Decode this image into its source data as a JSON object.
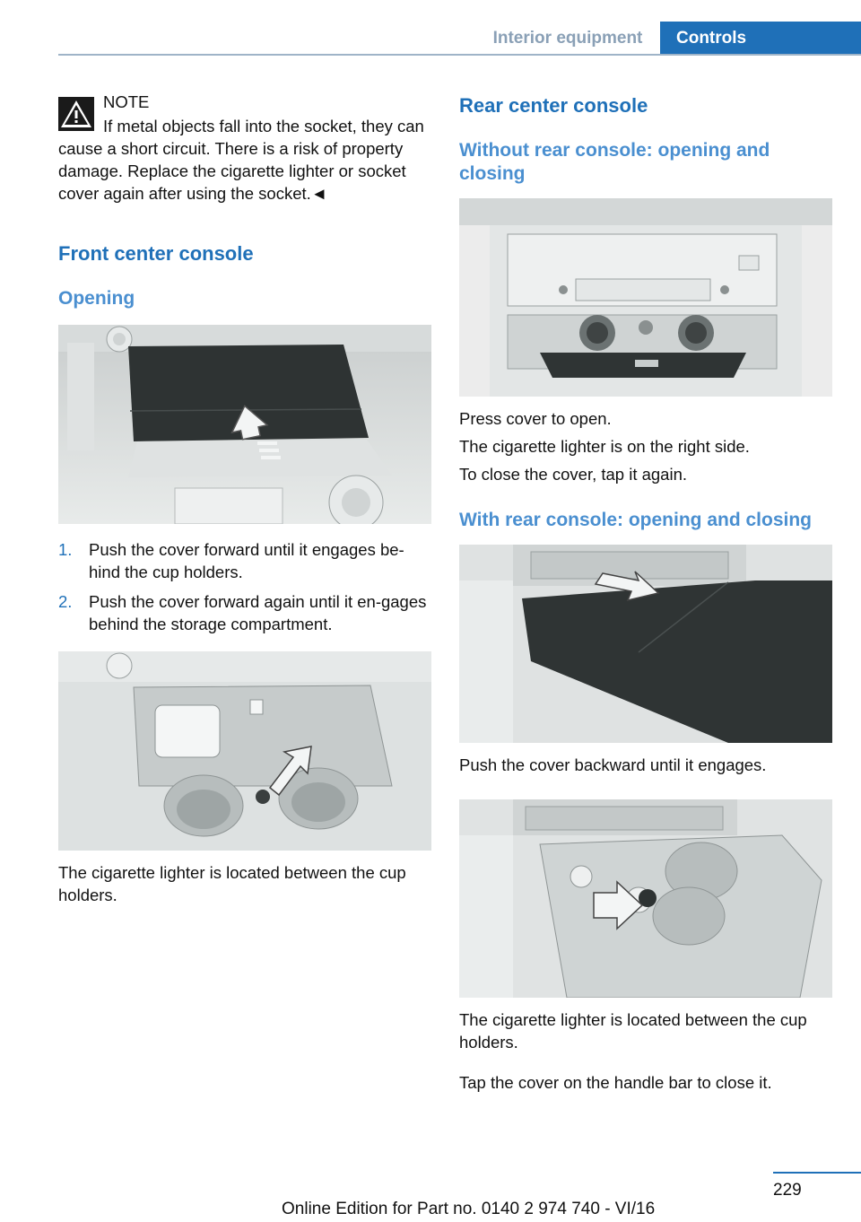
{
  "header": {
    "section": "Interior equipment",
    "chapter": "Controls"
  },
  "left": {
    "note_title": "NOTE",
    "note_body": "If metal objects fall into the socket, they can cause a short circuit. There is a risk of property damage. Replace the cigarette lighter or socket cover again after using the socket.◄",
    "heading_front": "Front center console",
    "heading_opening": "Opening",
    "steps": [
      {
        "num": "1.",
        "text": "Push the cover forward until it engages be‐hind the cup holders."
      },
      {
        "num": "2.",
        "text": "Push the cover forward again until it en‐gages behind the storage compartment."
      }
    ],
    "caption_lighter": "The cigarette lighter is located between the cup holders."
  },
  "right": {
    "heading_rear": "Rear center console",
    "heading_without": "Without rear console: opening and closing",
    "para_press": "Press cover to open.",
    "para_right_side": "The cigarette lighter is on the right side.",
    "para_close": "To close the cover, tap it again.",
    "heading_with": "With rear console: opening and closing",
    "para_push_backward": "Push the cover backward until it engages.",
    "para_lighter_between": "The cigarette lighter is located between the cup holders.",
    "para_tap_handle": "Tap the cover on the handle bar to close it."
  },
  "footer": {
    "page_number": "229",
    "edition": "Online Edition for Part no. 0140 2 974 740 - VI/16"
  },
  "colors": {
    "accent": "#1f70b8",
    "subheading": "#4a8fd0"
  },
  "icons": [
    "warning-triangle-icon",
    "arrow-icon"
  ]
}
